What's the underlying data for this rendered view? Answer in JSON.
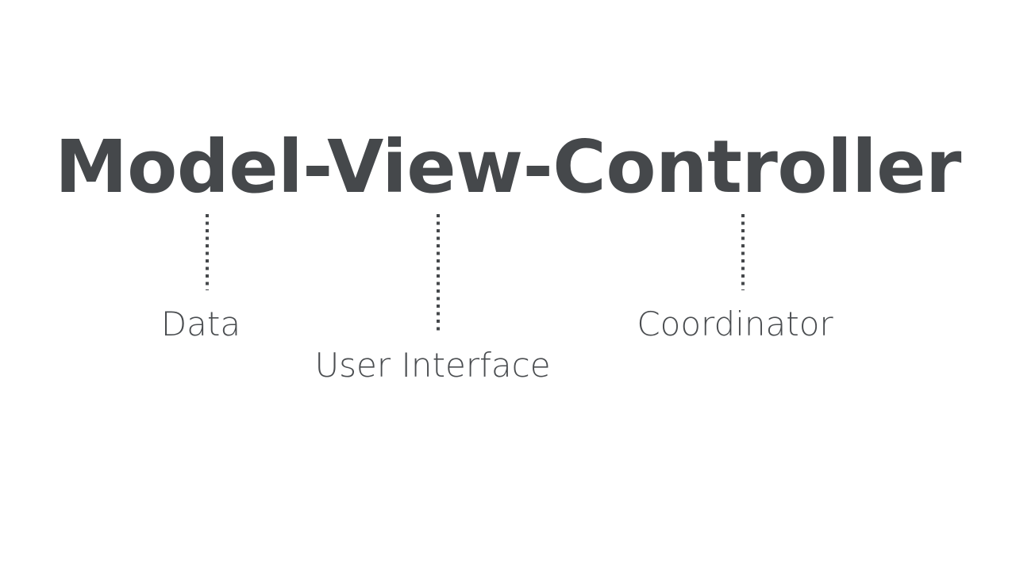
{
  "slide": {
    "background_color": "#ffffff",
    "text_color": "#45484b",
    "label_color": "#4a4d50",
    "title": "Model-View-Controller",
    "connector_style": "dotted-vertical",
    "items": [
      {
        "term": "Model",
        "label": "Data",
        "connector": "dotted-line-model"
      },
      {
        "term": "View",
        "label": "User Interface",
        "connector": "dotted-line-view"
      },
      {
        "term": "Controller",
        "label": "Coordinator",
        "connector": "dotted-line-controller"
      }
    ]
  }
}
